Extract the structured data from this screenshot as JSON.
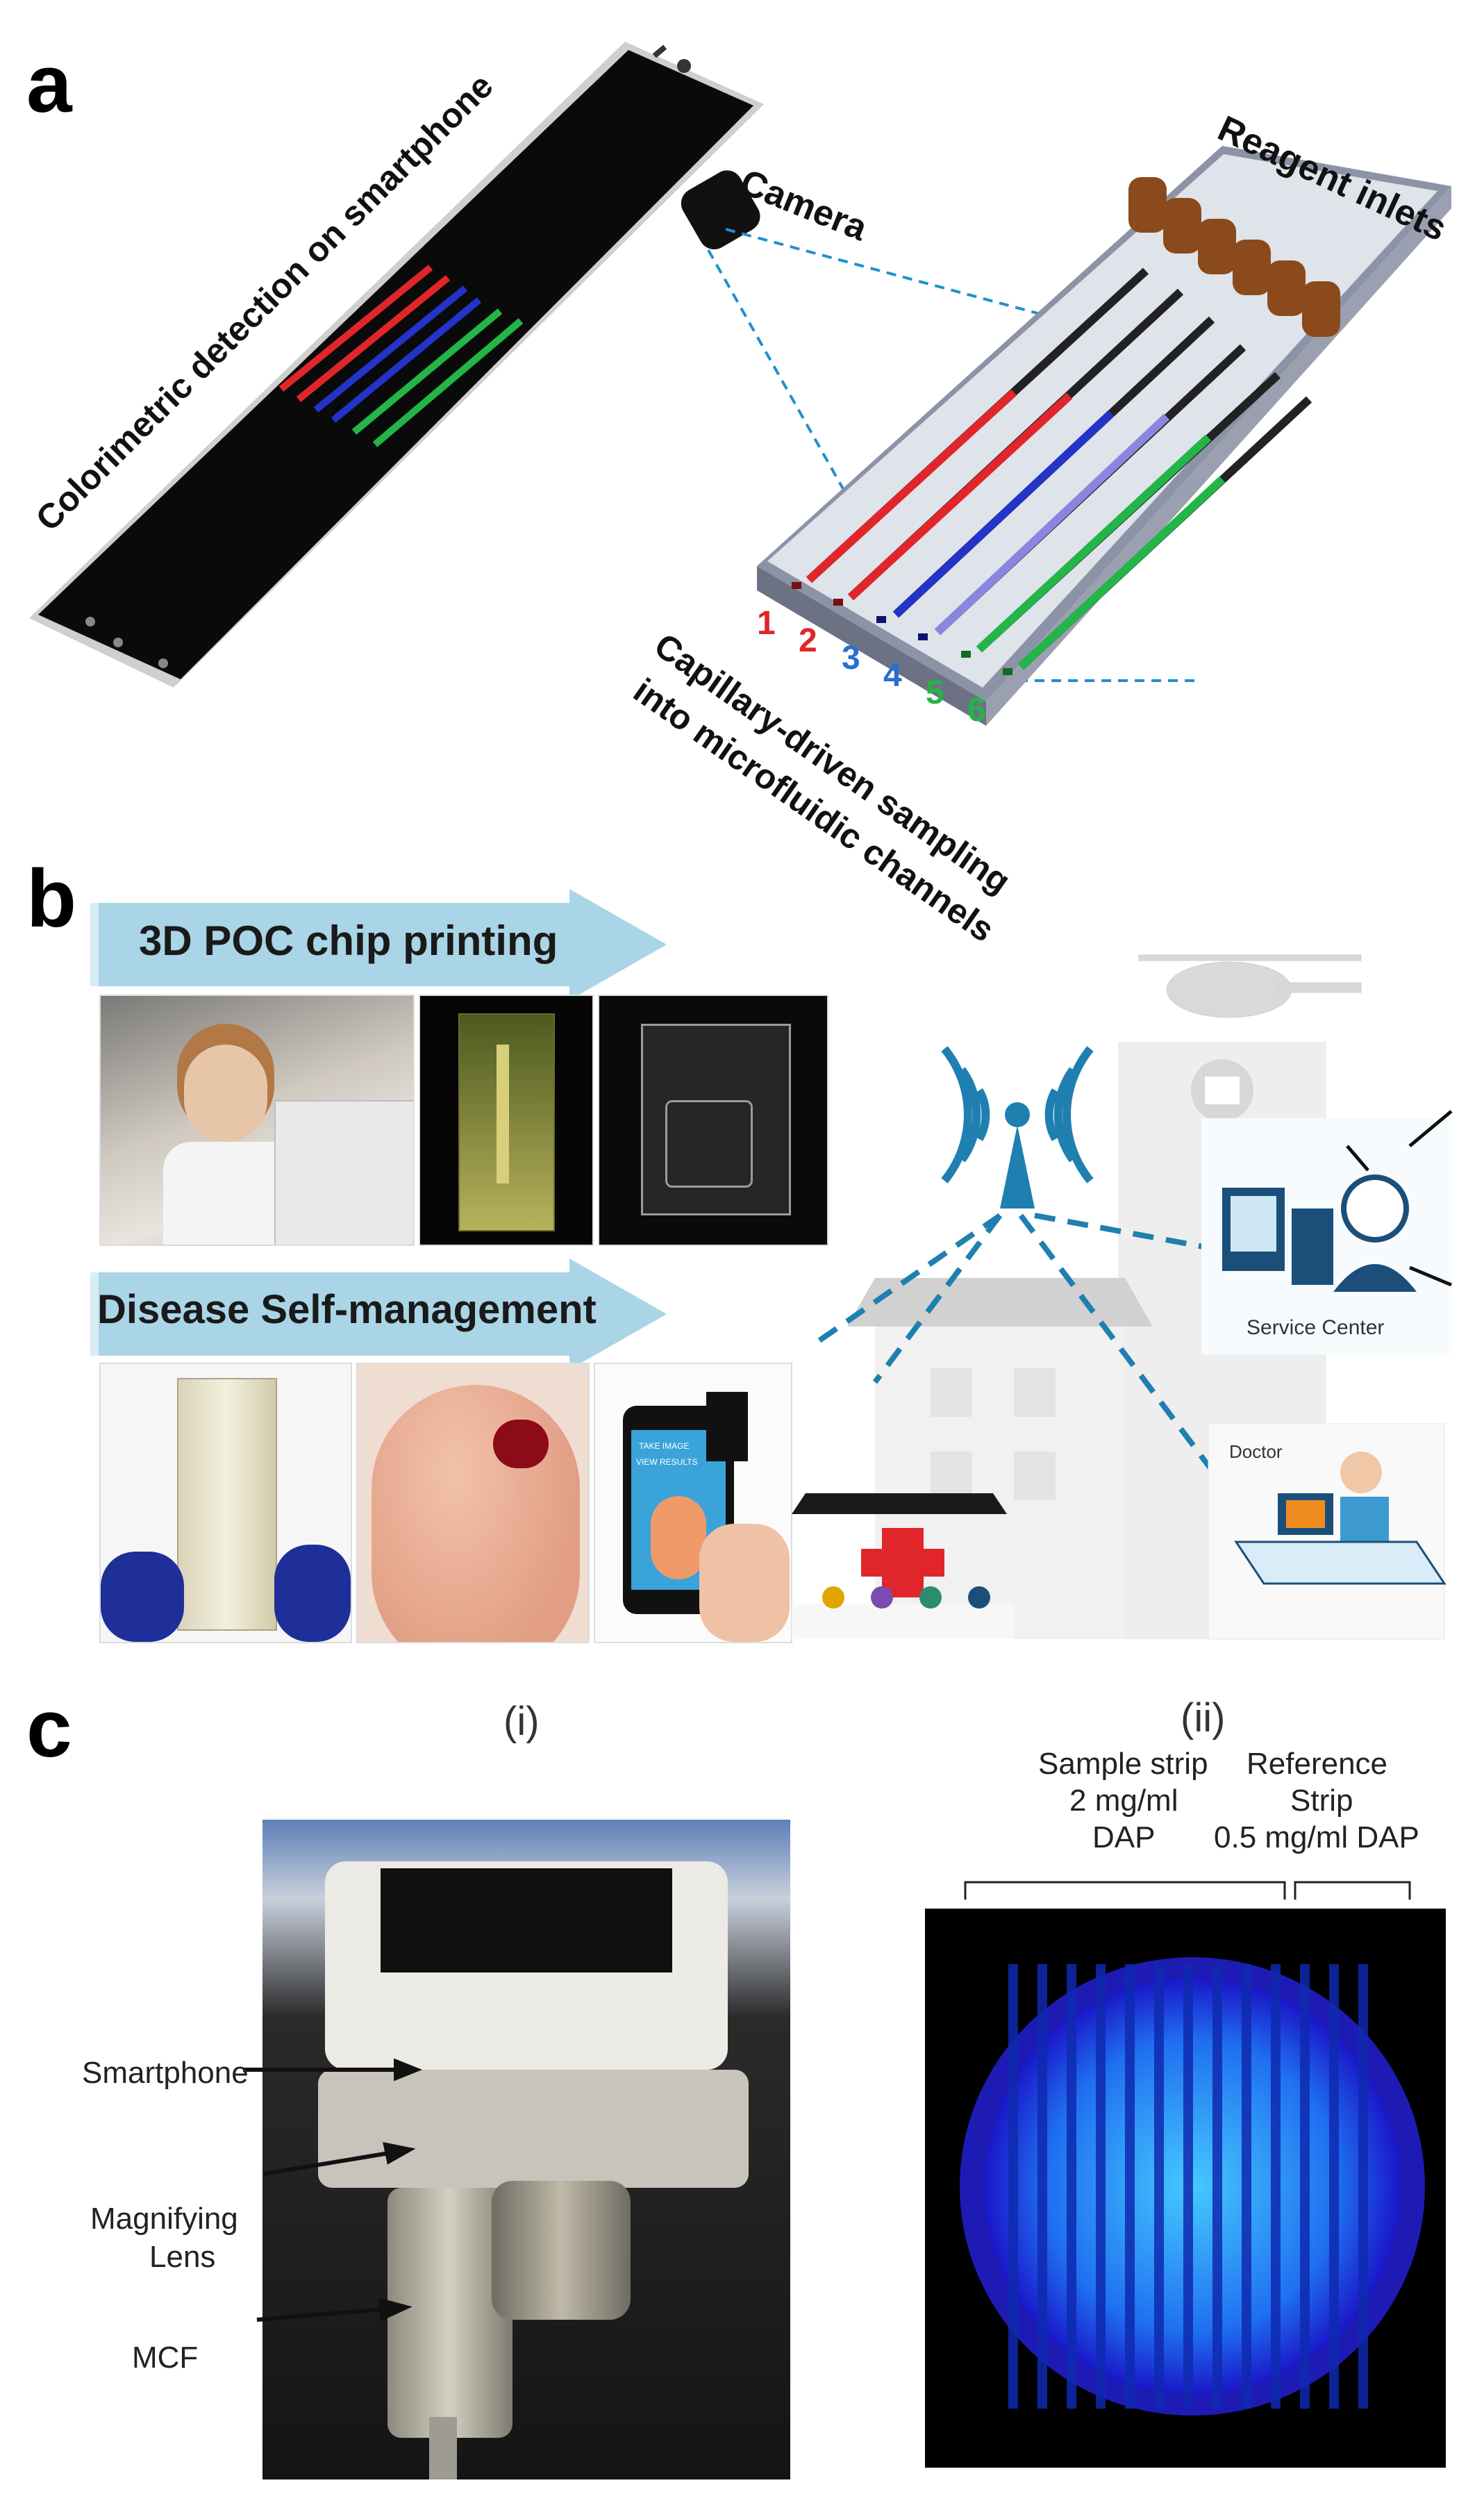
{
  "panels": {
    "a": {
      "letter": "a",
      "phone_label": "Colorimetric detection on smartphone",
      "camera_label": "Camera",
      "inlets_label": "Reagent inlets",
      "channel_numbers": [
        "1",
        "2",
        "3",
        "4",
        "5",
        "6"
      ],
      "sampling_label_line1": "Capillary-driven sampling",
      "sampling_label_line2": "into microfluidic channels",
      "colors": {
        "red": "#e0262b",
        "blue": "#2433c8",
        "lavender": "#8a86e0",
        "green": "#23b548",
        "inlet": "#8a4a1c"
      }
    },
    "b": {
      "letter": "b",
      "banner1": "3D POC chip printing",
      "banner2": "Disease Self-management",
      "service_center": "Service Center",
      "doctor": "Doctor",
      "phone_screen_line1": "TAKE IMAGE",
      "phone_screen_line2": "VIEW RESULTS",
      "colors": {
        "banner": "#a9d5e6",
        "tower": "#1f7fb0",
        "cross": "#e0262b"
      }
    },
    "c": {
      "letter": "c",
      "sub_i": "(i)",
      "sub_ii": "(ii)",
      "smartphone": "Smartphone",
      "lens_line1": "Magnifying",
      "lens_line2": "Lens",
      "mcf": "MCF",
      "sample_line1": "Sample strip",
      "sample_line2": "2 mg/ml",
      "sample_line3": "DAP",
      "ref_line1": "Reference",
      "ref_line2": "Strip",
      "ref_line3": "0.5 mg/ml  DAP"
    }
  }
}
